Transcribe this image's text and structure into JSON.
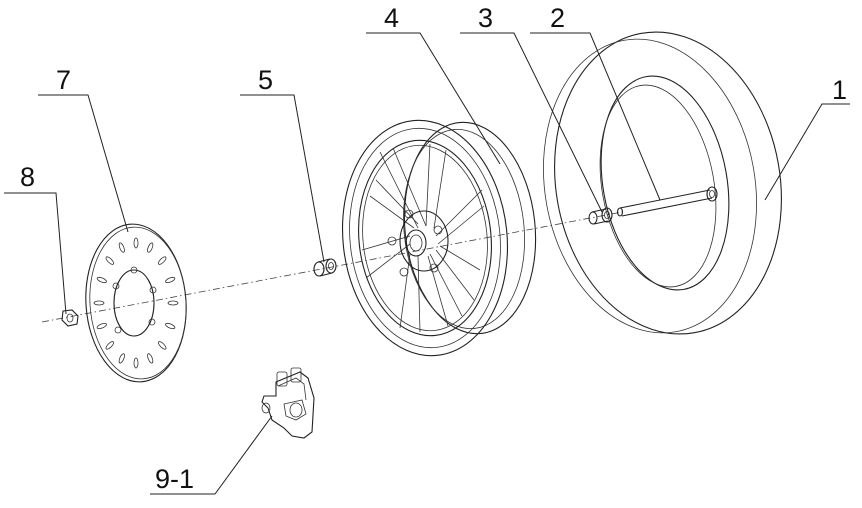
{
  "diagram": {
    "callouts": [
      {
        "id": "1",
        "text": "1"
      },
      {
        "id": "2",
        "text": "2"
      },
      {
        "id": "3",
        "text": "3"
      },
      {
        "id": "4",
        "text": "4"
      },
      {
        "id": "5",
        "text": "5"
      },
      {
        "id": "7",
        "text": "7"
      },
      {
        "id": "8",
        "text": "8"
      },
      {
        "id": "9-1",
        "text": "9-1"
      }
    ]
  }
}
